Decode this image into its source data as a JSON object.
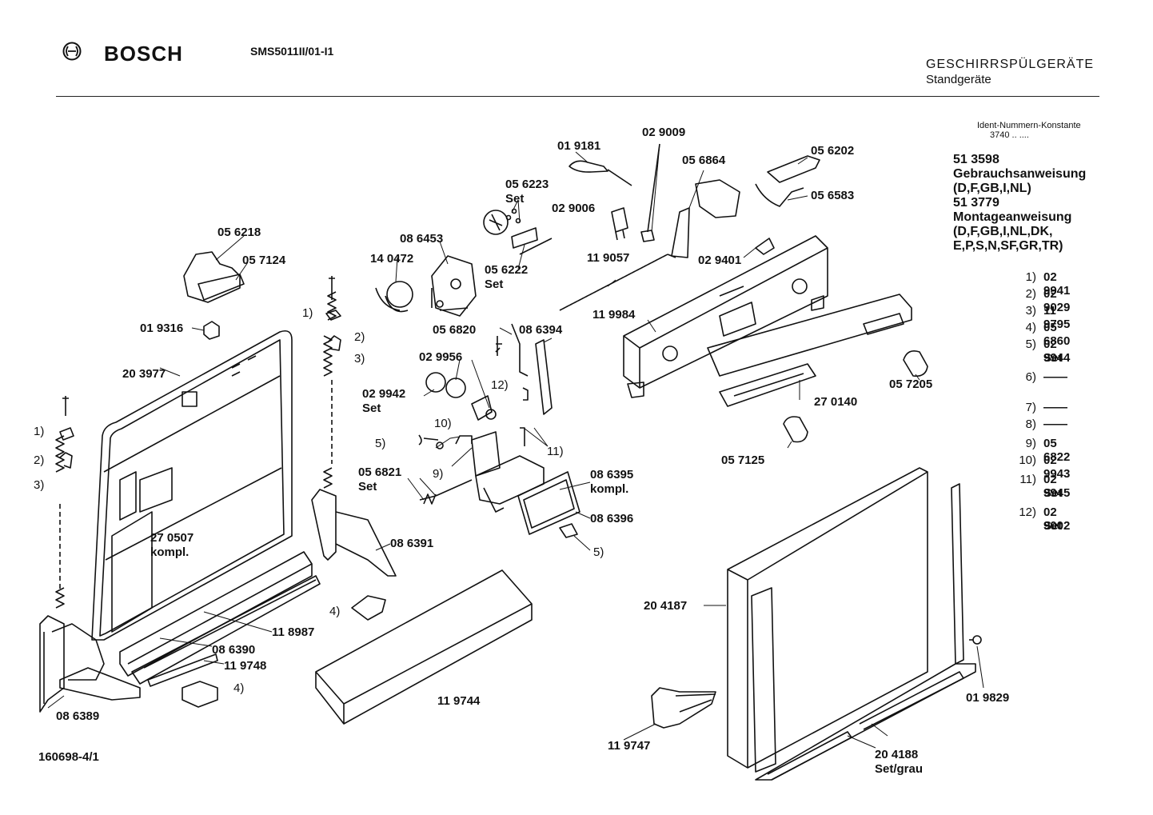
{
  "header": {
    "brand": "BOSCH",
    "model": "SMS5011II/01-I1",
    "category_title": "GESCHIRRSPÜLGERÄTE",
    "category_subtitle": "Standgeräte"
  },
  "ident": {
    "label": "Ident-Nummern-Konstante",
    "value": "3740 .. ...."
  },
  "documents": "51 3598\nGebrauchsanweisung\n(D,F,GB,I,NL)\n51 3779\nMontageanweisung\n(D,F,GB,I,NL,DK,\nE,P,S,N,SF,GR,TR)",
  "numbered_parts": [
    {
      "key": "1)",
      "value": "02 9941",
      "extra": ""
    },
    {
      "key": "2)",
      "value": "02 9029",
      "extra": ""
    },
    {
      "key": "3)",
      "value": "11 9795",
      "extra": ""
    },
    {
      "key": "4)",
      "value": "05 6860",
      "extra": ""
    },
    {
      "key": "5)",
      "value": "02 9944",
      "extra": "Set"
    },
    {
      "key": "6)",
      "value": "——",
      "extra": ""
    },
    {
      "key": "7)",
      "value": "——",
      "extra": ""
    },
    {
      "key": "8)",
      "value": "——",
      "extra": ""
    },
    {
      "key": "9)",
      "value": "05 6822",
      "extra": ""
    },
    {
      "key": "10)",
      "value": "02 9943",
      "extra": ""
    },
    {
      "key": "11)",
      "value": "02 9945",
      "extra": "Set"
    },
    {
      "key": "12)",
      "value": "02 9002",
      "extra": "Set"
    }
  ],
  "part_labels": {
    "p019181": "01 9181",
    "p029009": "02 9009",
    "p056202": "05 6202",
    "p056864": "05 6864",
    "p056583": "05 6583",
    "p056223": "05 6223\nSet",
    "p029006": "02 9006",
    "p056218": "05 6218",
    "p086453": "08 6453",
    "p057124": "05 7124",
    "p140472": "14 0472",
    "p056222": "05 6222\nSet",
    "p119057": "11 9057",
    "p029401": "02 9401",
    "p019316": "01 9316",
    "p119984": "11 9984",
    "p056820": "05 6820",
    "p086394": "08 6394",
    "p029956": "02 9956",
    "p203977": "20 3977",
    "p029942": "02 9942\nSet",
    "p057205": "05 7205",
    "p270140": "27 0140",
    "p057125": "05 7125",
    "p056821": "05 6821\nSet",
    "p086395": "08 6395\nkompl.",
    "p086396": "08 6396",
    "p270507": "27 0507\nkompl.",
    "p086391": "08 6391",
    "p204187": "20 4187",
    "p118987": "11 8987",
    "p086390": "08 6390",
    "p119748": "11 9748",
    "p019829": "01 9829",
    "p119744": "11 9744",
    "p086389": "08 6389",
    "p119747": "11 9747",
    "p204188": "20 4188\nSet/grau"
  },
  "callouts": {
    "c1a": "1)",
    "c2a": "2)",
    "c3a": "3)",
    "c1b": "1)",
    "c2b": "2)",
    "c3b": "3)",
    "c4a": "4)",
    "c4b": "4)",
    "c5a": "5)",
    "c5b": "5)",
    "c9": "9)",
    "c10": "10)",
    "c11": "11)",
    "c12": "12)"
  },
  "doc_id": "160698-4/1"
}
